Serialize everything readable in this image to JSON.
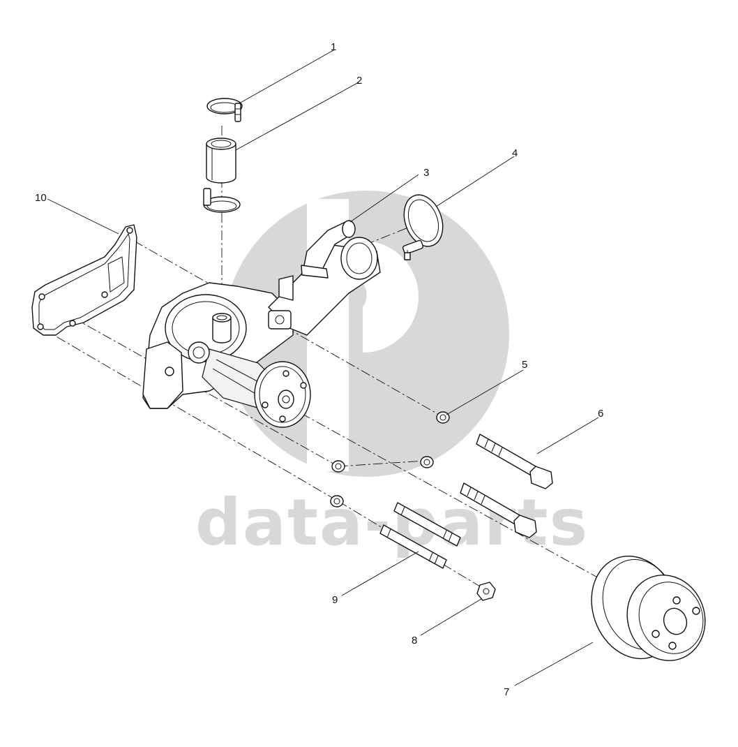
{
  "watermark": {
    "text": "data-parts",
    "color": "#d8d8d8"
  },
  "callouts": [
    {
      "id": "1",
      "label": "1"
    },
    {
      "id": "2",
      "label": "2"
    },
    {
      "id": "3",
      "label": "3"
    },
    {
      "id": "4",
      "label": "4"
    },
    {
      "id": "5",
      "label": "5"
    },
    {
      "id": "6",
      "label": "6"
    },
    {
      "id": "7",
      "label": "7"
    },
    {
      "id": "8",
      "label": "8"
    },
    {
      "id": "9",
      "label": "9"
    },
    {
      "id": "10",
      "label": "10"
    }
  ]
}
